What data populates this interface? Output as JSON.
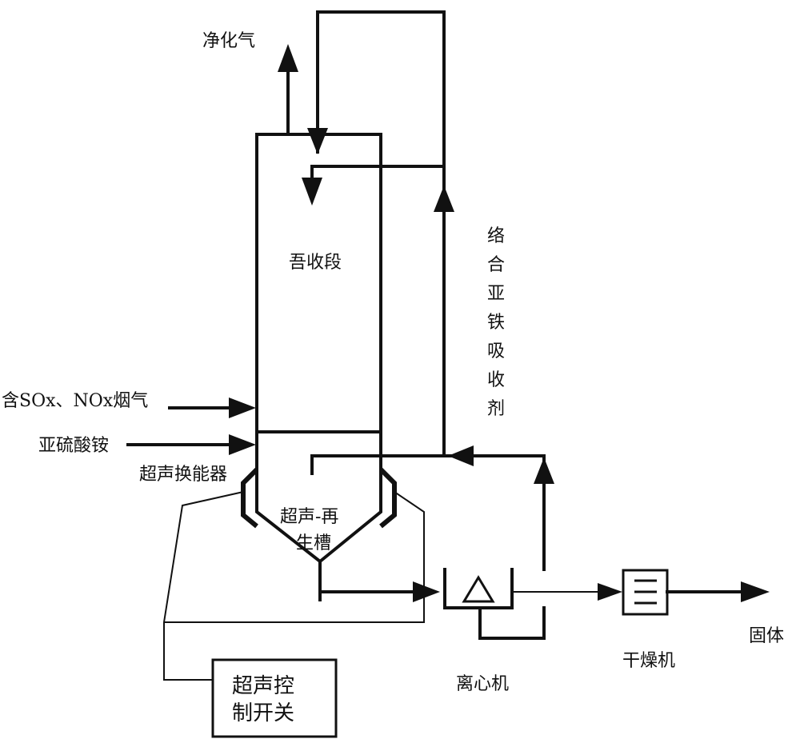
{
  "labels": {
    "purified_gas": "净化气",
    "absorption_section": "吾收段",
    "flue_gas_inlet": "含SOx、NOx烟气",
    "ammonium_sulfite": "亚硫酸铵",
    "ultrasonic_transducer": "超声换能器",
    "regen_tank_line1": "超声-再",
    "regen_tank_line2": "生槽",
    "absorbent_vertical": [
      "络",
      "合",
      "亚",
      "铁",
      "吸",
      "收",
      "剂"
    ],
    "centrifuge": "离心机",
    "dryer": "干燥机",
    "solid": "固体",
    "control_switch_line1": "超声控",
    "control_switch_line2": "制开关"
  }
}
